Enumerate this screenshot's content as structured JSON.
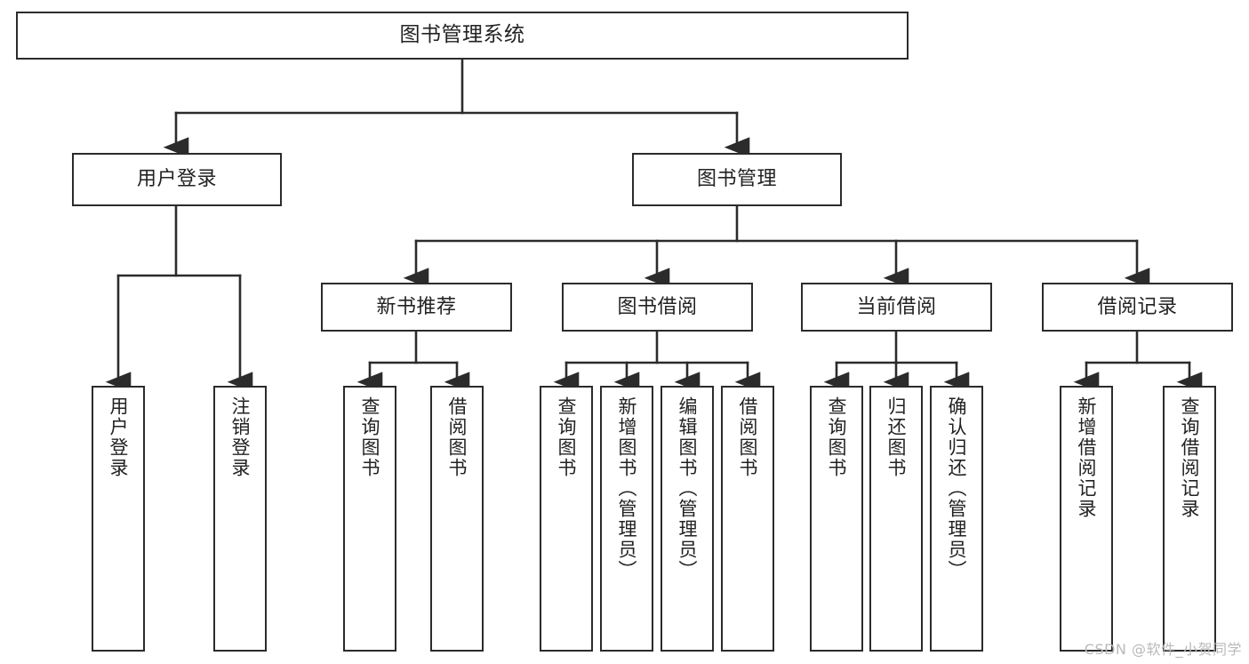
{
  "diagram": {
    "title": "图书管理系统",
    "type": "tree",
    "watermark": "CSDN @软件_小贺同学",
    "colors": {
      "stroke": "#2b2b2b",
      "fill": "#ffffff",
      "text": "#222222",
      "watermark": "#b9b9b9"
    },
    "nodes": {
      "root": {
        "label": "图书管理系统"
      },
      "level2": [
        {
          "id": "user-login",
          "label": "用户登录"
        },
        {
          "id": "book-manage",
          "label": "图书管理"
        }
      ],
      "level3": [
        {
          "id": "new-book-rec",
          "label": "新书推荐"
        },
        {
          "id": "book-borrow",
          "label": "图书借阅"
        },
        {
          "id": "current-borrow",
          "label": "当前借阅"
        },
        {
          "id": "borrow-record",
          "label": "借阅记录"
        }
      ],
      "leaves": [
        {
          "id": "leaf-user-login",
          "label": "用户登录",
          "parent": "user-login"
        },
        {
          "id": "leaf-logout-login",
          "label": "注销登录",
          "parent": "user-login"
        },
        {
          "id": "leaf-query-book-1",
          "label": "查询图书",
          "parent": "new-book-rec"
        },
        {
          "id": "leaf-borrow-book-1",
          "label": "借阅图书",
          "parent": "new-book-rec"
        },
        {
          "id": "leaf-query-book-2",
          "label": "查询图书",
          "parent": "book-borrow"
        },
        {
          "id": "leaf-add-book",
          "label": "新增图书（管理员）",
          "parent": "book-borrow"
        },
        {
          "id": "leaf-edit-book",
          "label": "编辑图书（管理员）",
          "parent": "book-borrow"
        },
        {
          "id": "leaf-borrow-book-2",
          "label": "借阅图书",
          "parent": "book-borrow"
        },
        {
          "id": "leaf-query-book-3",
          "label": "查询图书",
          "parent": "current-borrow"
        },
        {
          "id": "leaf-return-book",
          "label": "归还图书",
          "parent": "current-borrow"
        },
        {
          "id": "leaf-confirm-return",
          "label": "确认归还（管理员）",
          "parent": "current-borrow"
        },
        {
          "id": "leaf-add-record",
          "label": "新增借阅记录",
          "parent": "borrow-record"
        },
        {
          "id": "leaf-query-record",
          "label": "查询借阅记录",
          "parent": "borrow-record"
        }
      ]
    }
  }
}
